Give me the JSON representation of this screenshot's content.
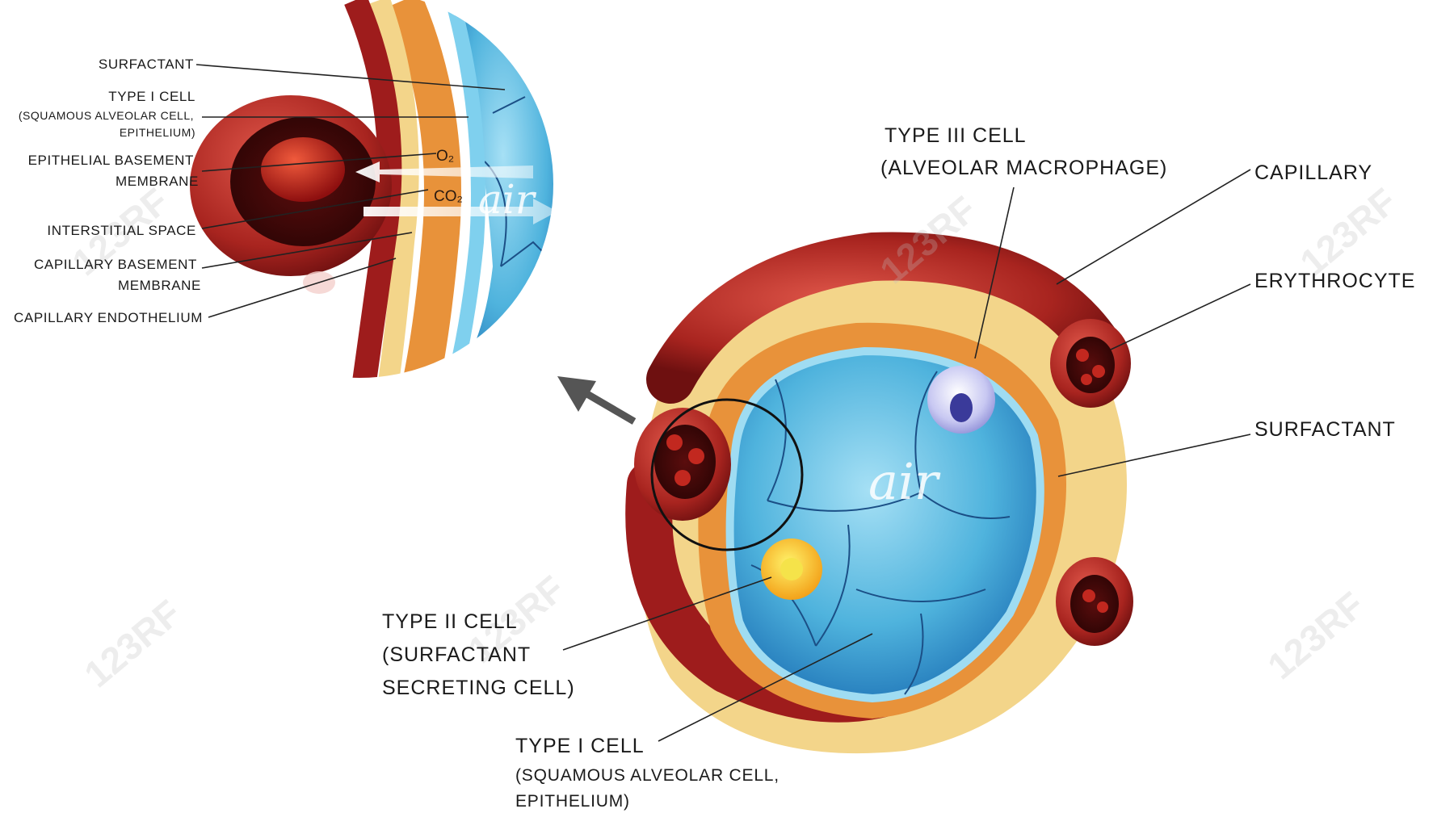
{
  "inset_labels": {
    "surfactant": "SURFACTANT",
    "type1_title": "TYPE I CELL",
    "type1_sub1": "(SQUAMOUS ALVEOLAR CELL,",
    "type1_sub2": "EPITHELIUM)",
    "epi_membrane_1": "EPITHELIAL BASEMENT",
    "epi_membrane_2": "MEMBRANE",
    "interstitial": "INTERSTITIAL SPACE",
    "cap_membrane_1": "CAPILLARY BASEMENT",
    "cap_membrane_2": "MEMBRANE",
    "cap_endothelium": "CAPILLARY ENDOTHELIUM",
    "o2": "O₂",
    "co2": "CO₂",
    "air": "air"
  },
  "main_labels": {
    "type3_line1": "TYPE III CELL",
    "type3_line2": "(ALVEOLAR MACROPHAGE)",
    "capillary": "CAPILLARY",
    "erythrocyte": "ERYTHROCYTE",
    "surfactant": "SURFACTANT",
    "type2_line1": "TYPE II CELL",
    "type2_line2": "(SURFACTANT",
    "type2_line3": "SECRETING CELL)",
    "type1_line1": "TYPE I CELL",
    "type1_line2": "(SQUAMOUS ALVEOLAR CELL,",
    "type1_line3": "EPITHELIUM)",
    "air": "air"
  },
  "watermark": "123RF",
  "colors": {
    "vessel_red": "#9e1c1c",
    "vessel_highlight": "#d9483e",
    "tissue_orange": "#e8923a",
    "tissue_yellow": "#f3d58a",
    "alveolus_blue": "#3fa9d6",
    "alveolus_light": "#8fd3ef",
    "macrophage": "#c9c9f0",
    "type2_cell": "#f7b81e"
  }
}
